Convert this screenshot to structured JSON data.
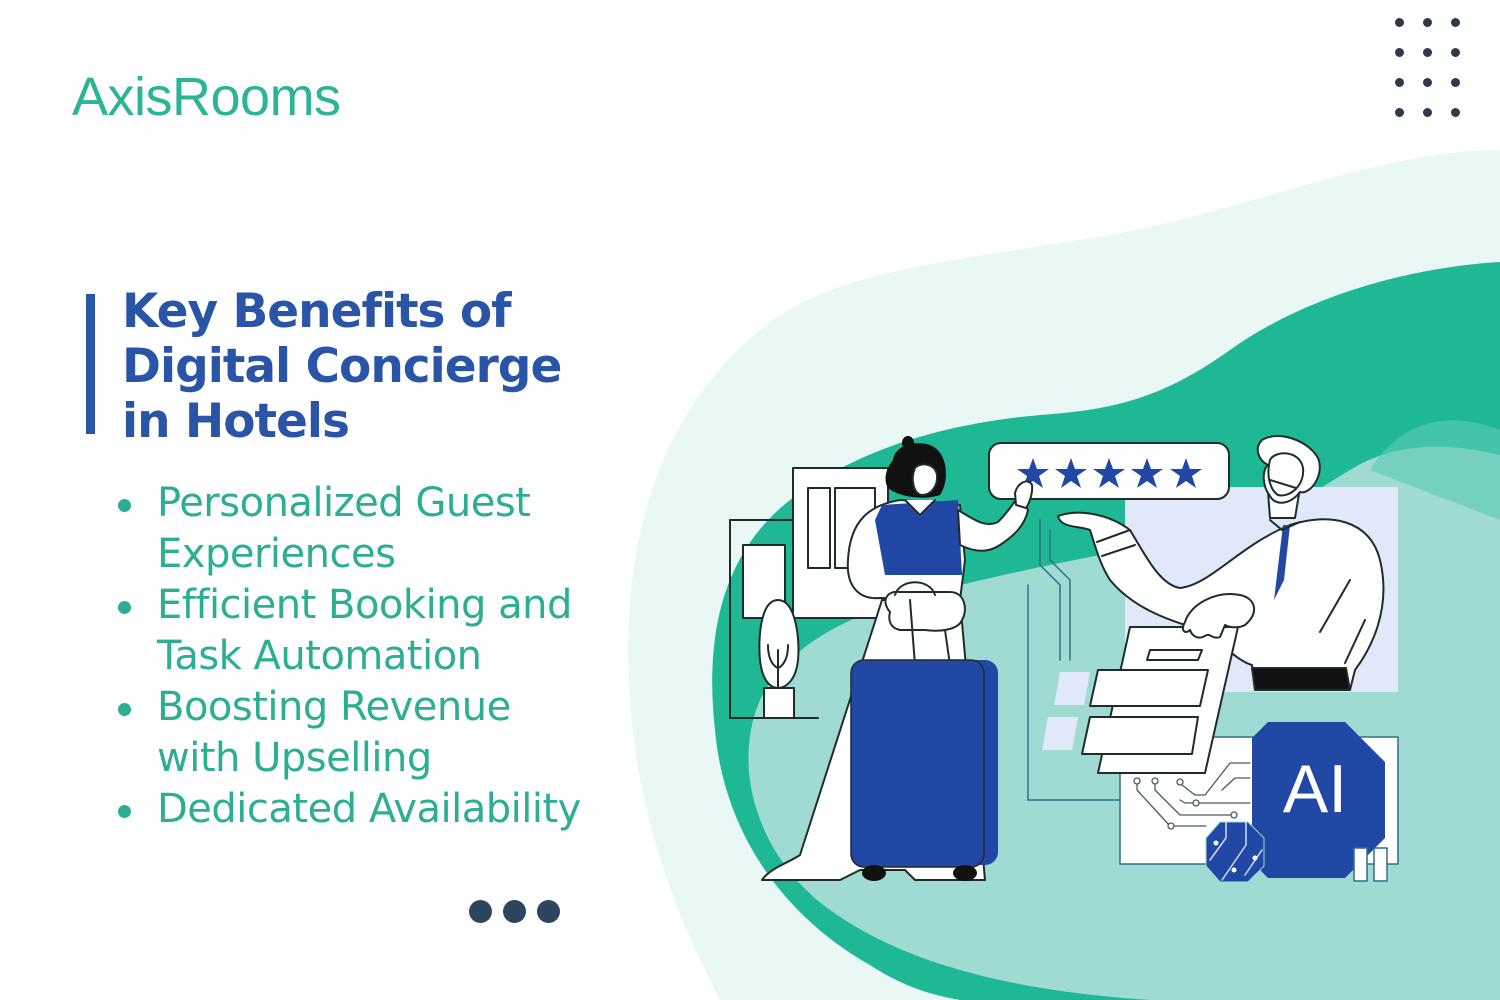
{
  "brand": {
    "logo_text": "AxisRooms",
    "accent_color": "#2bb596"
  },
  "headline": {
    "lines": [
      "Key Benefits of",
      "Digital Concierge",
      "in Hotels"
    ],
    "color": "#2a55a7"
  },
  "benefits": [
    {
      "lines": [
        "Personalized Guest",
        "Experiences"
      ]
    },
    {
      "lines": [
        "Efficient Booking and",
        "Task Automation"
      ]
    },
    {
      "lines": [
        "Boosting Revenue",
        "with Upselling"
      ]
    },
    {
      "lines": [
        "Dedicated Availability"
      ]
    }
  ],
  "illustration": {
    "rating_stars": 5,
    "rating_icon": "star-icon",
    "ai_badge_text": "AI",
    "colors": {
      "blue": "#2248a6",
      "teal": "#1fb895",
      "light_teal": "#9fdad3",
      "pale_teal": "#e9f7f4",
      "lavender": "#e1e8fa"
    }
  },
  "decorations": {
    "dot_grid": "dot-grid-icon",
    "more_indicator": "more-dots-icon"
  }
}
